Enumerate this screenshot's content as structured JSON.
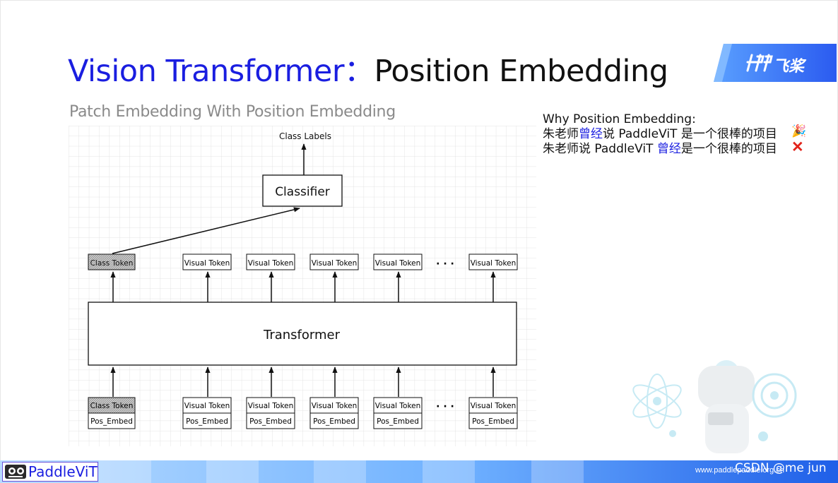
{
  "slide": {
    "title_en": "Vision Transformer",
    "title_sep": "：",
    "title_rest": "Position Embedding",
    "logo_text": "飞桨",
    "subtitle": "Patch Embedding With Position Embedding"
  },
  "notes": {
    "heading": "Why Position Embedding:",
    "line1_prefix": "朱老师",
    "line1_highlight": "曾经",
    "line1_suffix": "说 PaddleViT 是一个很棒的项目",
    "line1_mark": "🎉",
    "line2_prefix": "朱老师说 PaddleViT ",
    "line2_highlight": "曾经",
    "line2_suffix": "是一个很棒的项目",
    "line2_mark": "✕"
  },
  "diagram": {
    "class_labels": "Class Labels",
    "classifier": "Classifier",
    "transformer": "Transformer",
    "class_token": "Class Token",
    "visual_token": "Visual Token",
    "pos_embed": "Pos_Embed",
    "ellipsis": "· · ·"
  },
  "footer": {
    "brand": "PaddleViT",
    "url": "www.paddlepaddle.org.cn",
    "credit": "CSDN @me jun"
  },
  "colors": {
    "accent_blue": "#1a1ee0",
    "brand_blue": "#2b6bf5",
    "error_red": "#e2231a"
  }
}
